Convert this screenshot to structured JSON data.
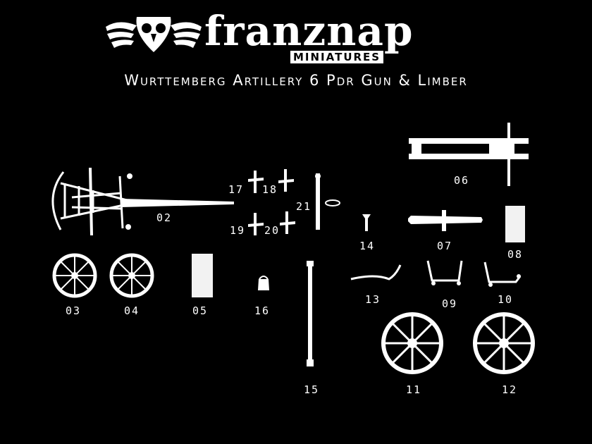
{
  "brand": {
    "name": "franznap",
    "subname": "MINIATURES"
  },
  "title": "Wurttemberg Artillery 6 Pdr Gun & Limber",
  "parts": {
    "p02": "02",
    "p03": "03",
    "p04": "04",
    "p05": "05",
    "p06": "06",
    "p07": "07",
    "p08": "08",
    "p09": "09",
    "p10": "10",
    "p11": "11",
    "p12": "12",
    "p13": "13",
    "p14": "14",
    "p15": "15",
    "p16": "16",
    "p17": "17",
    "p18": "18",
    "p19": "19",
    "p20": "20",
    "p21": "21"
  },
  "colors": {
    "background": "#000000",
    "parts": "#ffffff"
  },
  "icons": {
    "logo": "owl-wings-icon"
  }
}
